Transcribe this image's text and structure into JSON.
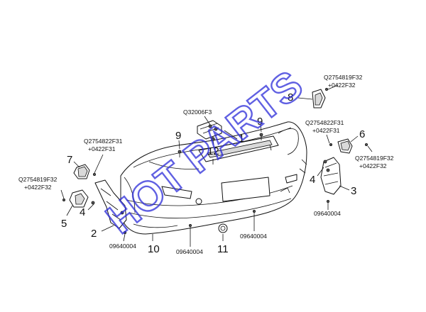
{
  "callouts": {
    "c1": "1",
    "c2": "2",
    "c3": "3",
    "c4a": "4",
    "c4b": "4",
    "c5": "5",
    "c6": "6",
    "c7": "7",
    "c8": "8",
    "c9a": "9",
    "c9b": "9",
    "c10": "10",
    "c11": "11",
    "c12": "12"
  },
  "codes": {
    "q32006": "Q32006F3",
    "q2754822_left_a": "Q2754822F31",
    "q2754822_left_b": "+0422F31",
    "q2754819_left_a": "Q2754819F32",
    "q2754819_left_b": "+0422F32",
    "q2754819_top_a": "Q2754819F32",
    "q2754819_top_b": "+0422F32",
    "q2754822_right_a": "Q2754822F31",
    "q2754822_right_b": "+0422F31",
    "q2754819_right_a": "Q2754819F32",
    "q2754819_right_b": "+0422F32",
    "p096_a": "09640004",
    "p096_b": "09640004",
    "p096_c": "09640004",
    "p096_d": "09640004"
  },
  "watermark": "HOT PARTS",
  "colors": {
    "watermark": "#2b2bd9",
    "line": "#111111"
  }
}
